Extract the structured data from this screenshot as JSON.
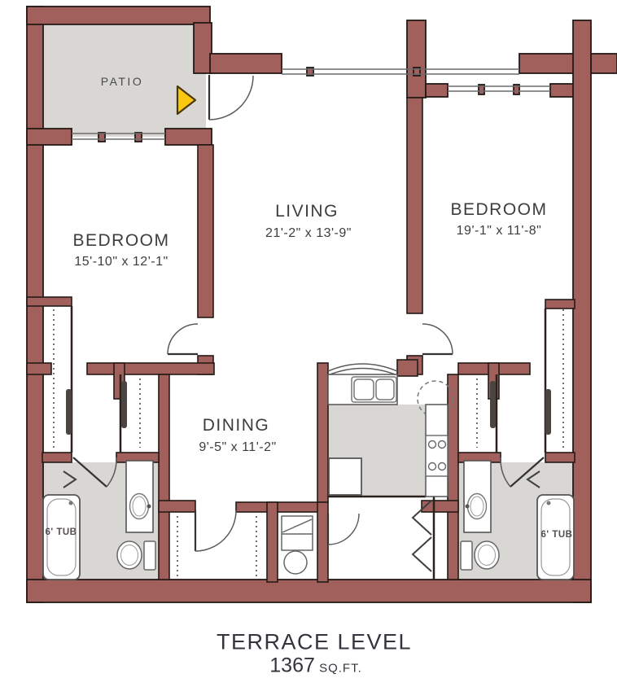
{
  "title": {
    "line1": "TERRACE LEVEL",
    "area_value": "1367",
    "area_unit": "SQ.FT."
  },
  "rooms": {
    "patio": {
      "name": "PATIO"
    },
    "bedroom_left": {
      "name": "BEDROOM",
      "dims": "15'-10\" x 12'-1\""
    },
    "living": {
      "name": "LIVING",
      "dims": "21'-2\" x 13'-9\""
    },
    "bedroom_right": {
      "name": "BEDROOM",
      "dims": "19'-1\" x 11'-8\""
    },
    "dining": {
      "name": "DINING",
      "dims": "9'-5\" x 11'-2\""
    }
  },
  "fixtures": {
    "tub_left": {
      "label": "6' TUB"
    },
    "tub_right": {
      "label": "6' TUB"
    }
  },
  "colors": {
    "wall": "#a2605c",
    "wall_outline": "#241a17",
    "floor": "#d8d7d4",
    "entry_marker": "#fcc70f",
    "entry_outline": "#4a3800",
    "text": "#3d3d3f"
  }
}
